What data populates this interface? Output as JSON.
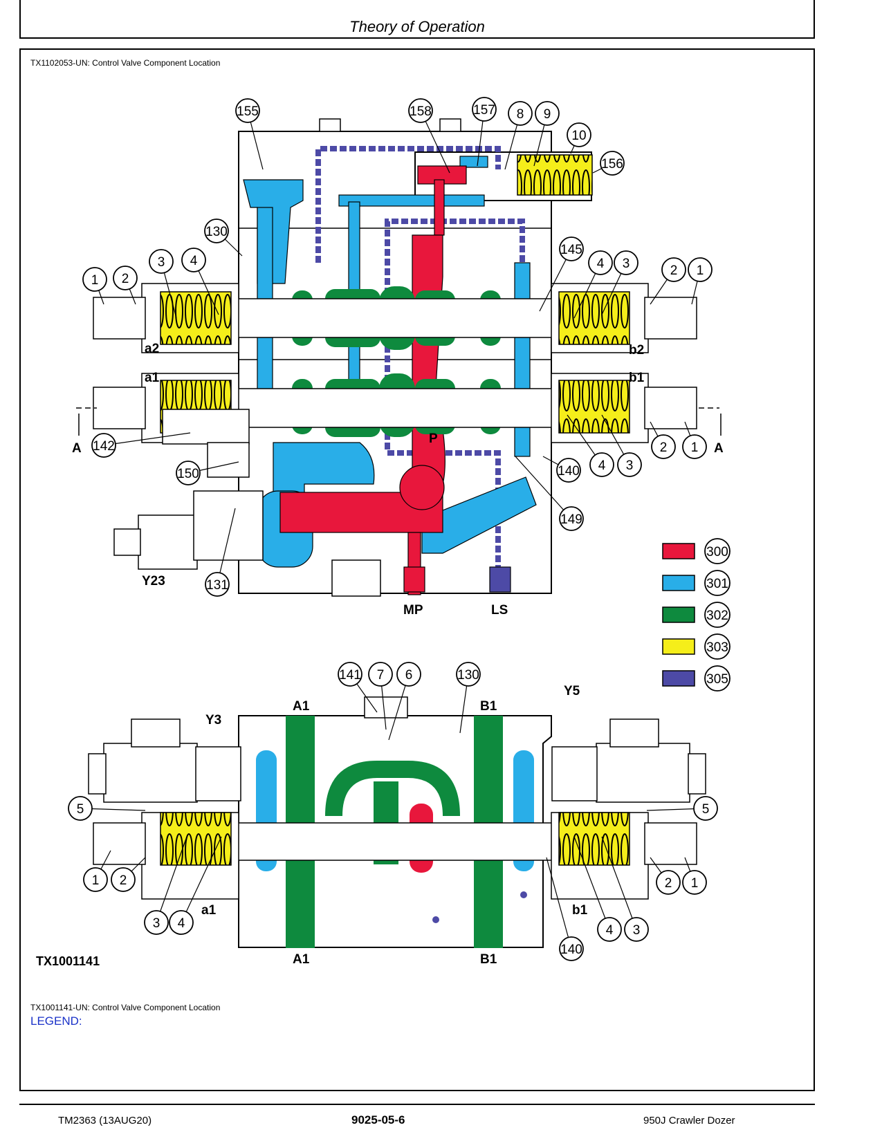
{
  "header": {
    "title": "Theory of Operation"
  },
  "captions": {
    "top": "TX1102053-UN: Control Valve Component Location",
    "bottom": "TX1001141-UN: Control Valve Component Location"
  },
  "figure_id": "TX1001141",
  "legend_heading": "LEGEND:",
  "colors": {
    "pressure_red": "#e8173c",
    "light_blue": "#29aee8",
    "green": "#0e8a3e",
    "yellow": "#f5ee1a",
    "purple": "#4d4aa6"
  },
  "color_key": [
    {
      "num": "300",
      "color": "#e8173c"
    },
    {
      "num": "301",
      "color": "#29aee8"
    },
    {
      "num": "302",
      "color": "#0e8a3e"
    },
    {
      "num": "303",
      "color": "#f5ee1a"
    },
    {
      "num": "305",
      "color": "#4d4aa6"
    }
  ],
  "callouts_top": [
    "155",
    "158",
    "157",
    "8",
    "9",
    "10",
    "156",
    "130",
    "145",
    "1",
    "2",
    "3",
    "4",
    "4",
    "3",
    "2",
    "1",
    "142",
    "150",
    "140",
    "4",
    "3",
    "2",
    "1",
    "149",
    "131"
  ],
  "callouts_bottom": [
    "141",
    "7",
    "6",
    "130",
    "5",
    "5",
    "1",
    "2",
    "3",
    "4",
    "4",
    "3",
    "2",
    "1",
    "140"
  ],
  "labels_top": {
    "a2": "a2",
    "b2": "b2",
    "a1": "a1",
    "b1": "b1",
    "A_left": "A",
    "A_right": "A",
    "P": "P",
    "Y23": "Y23",
    "MP": "MP",
    "LS": "LS"
  },
  "labels_bottom": {
    "A1_top": "A1",
    "B1_top": "B1",
    "Y3": "Y3",
    "Y5": "Y5",
    "a1": "a1",
    "b1": "b1",
    "A1_bot": "A1",
    "B1_bot": "B1"
  },
  "footer": {
    "left": "TM2363 (13AUG20)",
    "center": "9025-05-6",
    "right": "950J Crawler Dozer"
  }
}
